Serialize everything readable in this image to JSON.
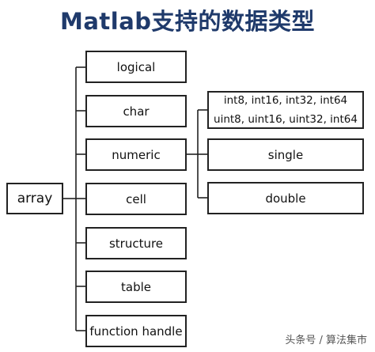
{
  "title": "Matlab支持的数据类型",
  "root": {
    "label": "array"
  },
  "types": [
    {
      "label": "logical"
    },
    {
      "label": "char"
    },
    {
      "label": "numeric"
    },
    {
      "label": "cell"
    },
    {
      "label": "structure"
    },
    {
      "label": "table"
    },
    {
      "label": "function handle"
    }
  ],
  "numeric_subtypes": {
    "integers": [
      "int8, int16, int32, int64",
      "uint8, uint16, uint32, int64"
    ],
    "single": "single",
    "double": "double"
  },
  "watermark": "头条号 / 算法集市"
}
